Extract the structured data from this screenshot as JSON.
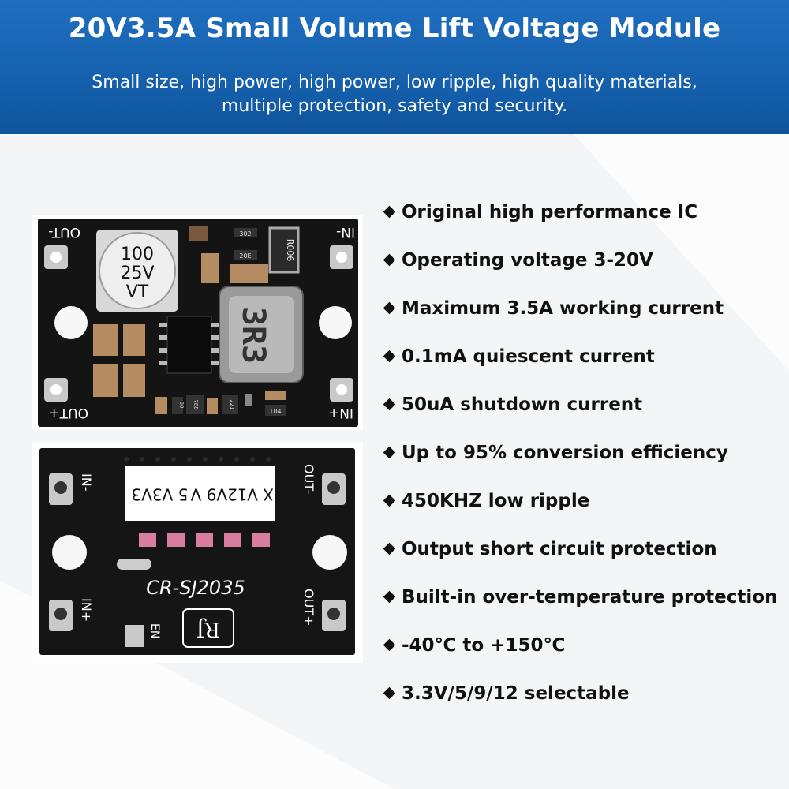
{
  "header": {
    "title": "20V3.5A Small Volume Lift Voltage Module",
    "subtitle_line1": "Small size, high power, high power, low ripple, high quality materials,",
    "subtitle_line2": "multiple protection, safety and security."
  },
  "colors": {
    "header_blue": "#1565b3",
    "board_black": "#141414",
    "pad_silver": "#c9c9c9"
  },
  "features": [
    "Original high performance IC",
    "Operating voltage 3-20V",
    "Maximum 3.5A working current",
    "0.1mA quiescent current",
    "50uA shutdown current",
    "Up to 95% conversion efficiency",
    "450KHZ low ripple",
    "Output short circuit protection",
    "Built-in over-temperature protection",
    "-40℃ to +150℃",
    "3.3V/5/9/12 selectable"
  ],
  "board_front": {
    "label_out_minus": "OUT-",
    "label_in_minus": "IN-",
    "label_out_plus": "OUT+",
    "label_in_plus": "IN+",
    "cap_line1": "100",
    "cap_line2": "25V",
    "cap_line3": "VT",
    "inductor_code": "3R3",
    "resistor_code": "R006",
    "chip_302": "302",
    "chip_20e": "20E",
    "chip_104": "104",
    "chip_221": "221",
    "chip_788": "788",
    "chip_00": "00"
  },
  "board_back": {
    "label_in_minus": "IN-",
    "label_out_minus": "OUT-",
    "label_in_plus": "IN+",
    "label_out_plus": "OUT+",
    "label_en": "EN",
    "voltage_col_right": [
      "X V",
      "12V",
      "9 V",
      "5 V",
      "3V3"
    ],
    "model": "CR-SJ2035",
    "logo": "RJ"
  }
}
